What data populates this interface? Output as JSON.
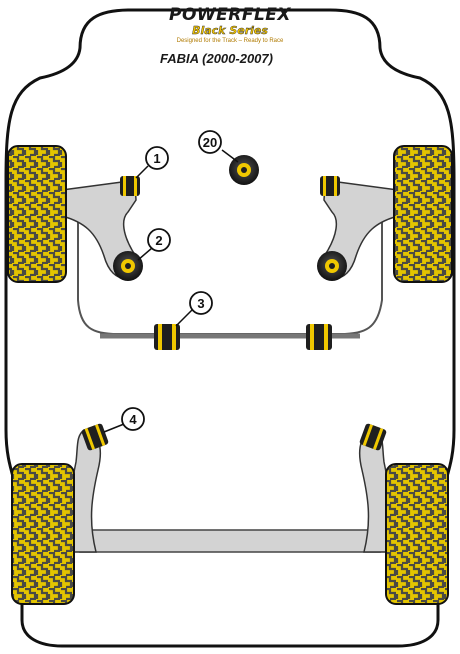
{
  "brand": {
    "name": "POWERFLEX",
    "series": "Black Series",
    "tagline": "Designed for the Track – Ready to Race"
  },
  "model": "FABIA (2000-2007)",
  "callouts": [
    {
      "id": "c20",
      "label": "20"
    },
    {
      "id": "c1",
      "label": "1"
    },
    {
      "id": "c2",
      "label": "2"
    },
    {
      "id": "c3",
      "label": "3"
    },
    {
      "id": "c4",
      "label": "4"
    }
  ],
  "colors": {
    "tyre": "#e3c400",
    "tread": "#4a4a44",
    "bush": "#1f1f1f",
    "bush_yellow": "#f0c800",
    "arm": "#d3d3d3",
    "outline": "#111111"
  }
}
